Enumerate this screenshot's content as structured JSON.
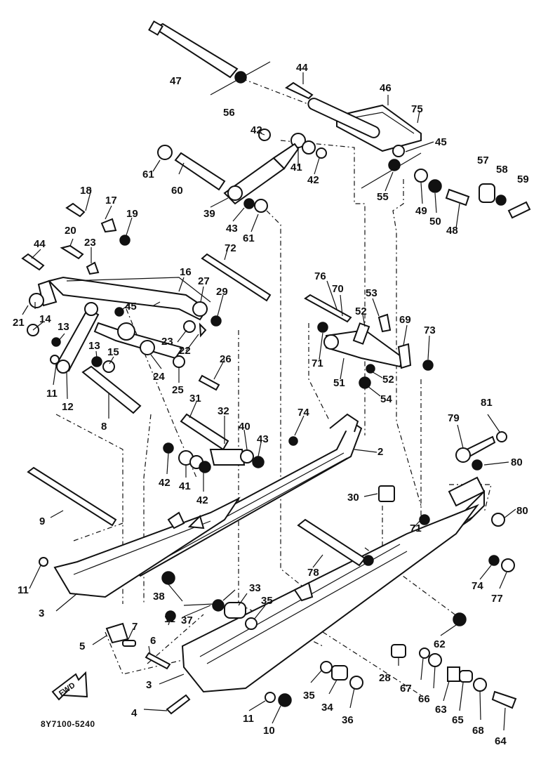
{
  "drawing_code": "8Y7100-5240",
  "fwd_label": "FWD",
  "callouts": [
    "2",
    "3",
    "3",
    "4",
    "5",
    "6",
    "7",
    "8",
    "9",
    "10",
    "11",
    "11",
    "11",
    "11",
    "12",
    "13",
    "13",
    "14",
    "15",
    "16",
    "17",
    "18",
    "19",
    "20",
    "21",
    "22",
    "23",
    "23",
    "24",
    "25",
    "26",
    "27",
    "28",
    "29",
    "30",
    "31",
    "32",
    "33",
    "34",
    "35",
    "35",
    "36",
    "37",
    "38",
    "39",
    "40",
    "41",
    "41",
    "42",
    "42",
    "42",
    "42",
    "43",
    "43",
    "44",
    "44",
    "45",
    "45",
    "46",
    "47",
    "48",
    "49",
    "50",
    "51",
    "52",
    "52",
    "53",
    "54",
    "55",
    "56",
    "57",
    "58",
    "59",
    "60",
    "61",
    "61",
    "62",
    "63",
    "64",
    "65",
    "66",
    "67",
    "68",
    "69",
    "70",
    "71",
    "71",
    "72",
    "73",
    "74",
    "74",
    "75",
    "76",
    "77",
    "78",
    "79",
    "80",
    "80",
    "81"
  ]
}
